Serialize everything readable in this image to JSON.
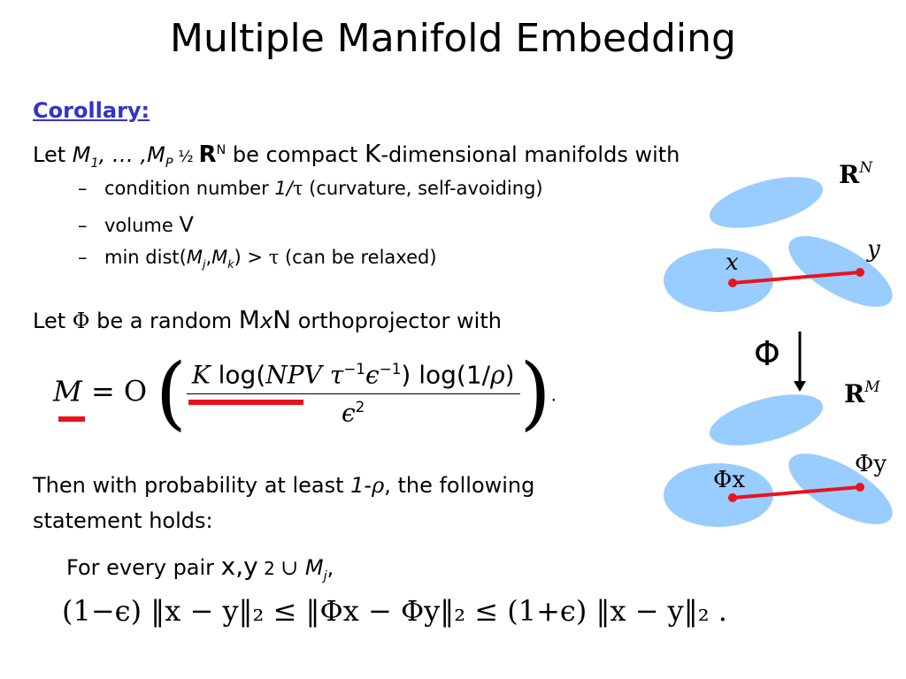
{
  "title": "Multiple Manifold Embedding",
  "corollary_label": "Corollary:",
  "line1": {
    "let": "Let ",
    "m1": "M",
    "sub1": "1",
    "ellipsis": ", … ,",
    "mp": "M",
    "subp": "P",
    "half": " ½ ",
    "R": "R",
    "supN": "N",
    "rest1": " be compact ",
    "K": "K",
    "rest2": "-dimensional manifolds with"
  },
  "bullets": {
    "b1_a": "condition number ",
    "b1_b": "1/",
    "b1_tau": "τ",
    "b1_c": "  (curvature, self-avoiding)",
    "b2_a": "volume ",
    "b2_V": "V",
    "b3_a": "min dist(",
    "b3_Mj": "M",
    "b3_j": "j",
    "b3_comma": ",",
    "b3_Mk": "M",
    "b3_k": "k",
    "b3_b": ") > ",
    "b3_tau": "τ",
    "b3_c": "   (can be relaxed)",
    "dash": "–"
  },
  "line2": {
    "let": "Let ",
    "phi": "Φ",
    "rest1": " be a random ",
    "M": "M",
    "x": "x",
    "N": "N",
    "rest2": " orthoprojector with"
  },
  "formula": {
    "lhs": "M",
    "eq": " = O",
    "num_K": "K",
    "num_log1": " log(",
    "num_args": "NPV τ",
    "num_sup1": "−1",
    "num_eps": "ϵ",
    "num_sup2": "−1",
    "num_close": ") log(1/",
    "num_rho": "ρ",
    "num_end": ")",
    "den": "ϵ",
    "den_sup": "2",
    "lparen": "(",
    "rparen": ")",
    "period": "."
  },
  "then": {
    "line_a": "Then with probability at least ",
    "one": "1",
    "dash": "-",
    "rho": "ρ",
    "line_b": ", the following",
    "line_c": "statement holds:"
  },
  "pair": {
    "a": "For every pair ",
    "xy": "x,y",
    "b": "  2 ",
    "cup": "∪",
    "c": " ",
    "M": "M",
    "j": "j",
    "d": ","
  },
  "ineq": {
    "text": "(1−ϵ) ‖x − y‖₂ ≤ ‖Φx − Φy‖₂ ≤ (1+ϵ) ‖x − y‖₂ ."
  },
  "diagram": {
    "top_space": "R",
    "top_sup": "N",
    "label_x": "x",
    "label_y": "y",
    "arrow_label": "Φ",
    "bottom_space": "R",
    "bottom_sup": "M",
    "label_phix": "Φx",
    "label_phiy": "Φy",
    "colors": {
      "manifold": "#99ccff",
      "segment": "#e8131f"
    }
  }
}
